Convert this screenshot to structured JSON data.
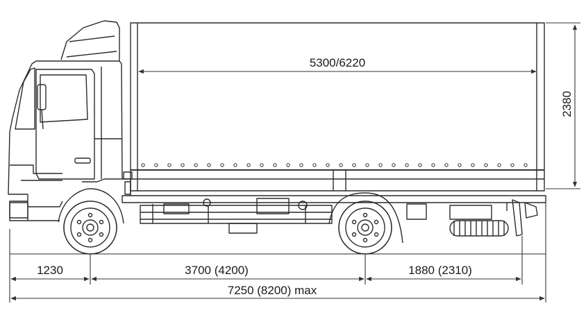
{
  "dimensions": {
    "body_length": "5300/6220",
    "body_height": "2380",
    "front_overhang": "1230",
    "wheelbase": "3700 (4200)",
    "rear_overhang": "1880 (2310)",
    "overall_length": "7250 (8200) max"
  },
  "colors": {
    "line": "#2a2a2a",
    "dimension": "#333333",
    "background": "#ffffff"
  }
}
